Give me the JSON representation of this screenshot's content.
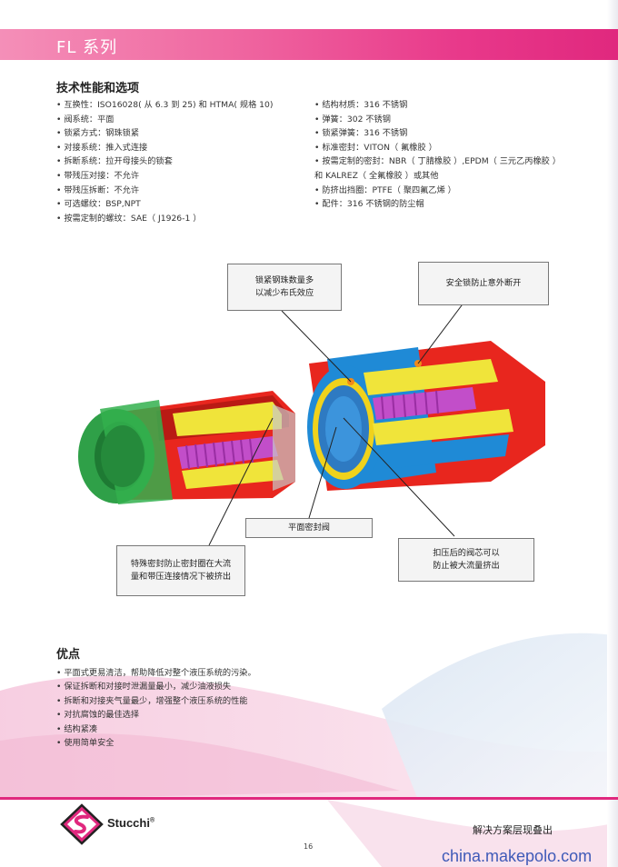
{
  "header": {
    "title": "FL 系列"
  },
  "specs": {
    "title": "技术性能和选项",
    "left": [
      "互换性：ISO16028( 从 6.3 到 25) 和 HTMA( 规格 10)",
      "阀系统：平面",
      "锁紧方式：钢珠锁紧",
      "对接系统：推入式连接",
      "拆断系统：拉开母接头的锁套",
      "带残压对接：不允许",
      "带残压拆断：不允许",
      "可选螺纹：BSP,NPT",
      "按需定制的螺纹：SAE（ J1926-1 ）"
    ],
    "right": [
      "结构材质：316 不锈钢",
      "弹簧：302 不锈钢",
      "锁紧弹簧：316 不锈钢",
      "标准密封：VITON（ 氟橡胶 ）",
      "按需定制的密封：NBR（ 丁腈橡胶 ）,EPDM（ 三元乙丙橡胶 ）",
      "和 KALREZ（ 全氟橡胶 ）或其他",
      "防挤出挡圈：PTFE（ 聚四氟乙烯 ）",
      "配件：316 不锈钢的防尘帽"
    ]
  },
  "callouts": {
    "balls": [
      "锁紧钢珠数量多",
      "以减少布氏效应"
    ],
    "safety_lock": [
      "安全锁防止意外断开"
    ],
    "flat_valve": [
      "平面密封阀"
    ],
    "special_seal": [
      "特殊密封防止密封圈在大流",
      "量和带压连接情况下被挤出"
    ],
    "valve_core": [
      "扣压后的阀芯可以",
      "防止被大流量挤出"
    ]
  },
  "advantages": {
    "title": "优点",
    "items": [
      "平面式更易清洁，帮助降低对整个液压系统的污染。",
      "保证拆断和对接时泄漏量最小，减少油液损失",
      "拆断和对接夹气量最少，增强整个液压系统的性能",
      "对抗腐蚀的最佳选择",
      "结构紧凑",
      "使用简单安全"
    ]
  },
  "footer": {
    "brand": "Stucchi",
    "registered": "®",
    "tagline": "解决方案层现叠出",
    "page_number": "16",
    "watermark": "china.makepolo.com"
  },
  "colors": {
    "accent": "#e0287e",
    "callout_bg": "#f4f4f4",
    "watermark": "#3f5ab8"
  },
  "icons": {
    "logo": "stucchi-diamond-logo-icon"
  }
}
